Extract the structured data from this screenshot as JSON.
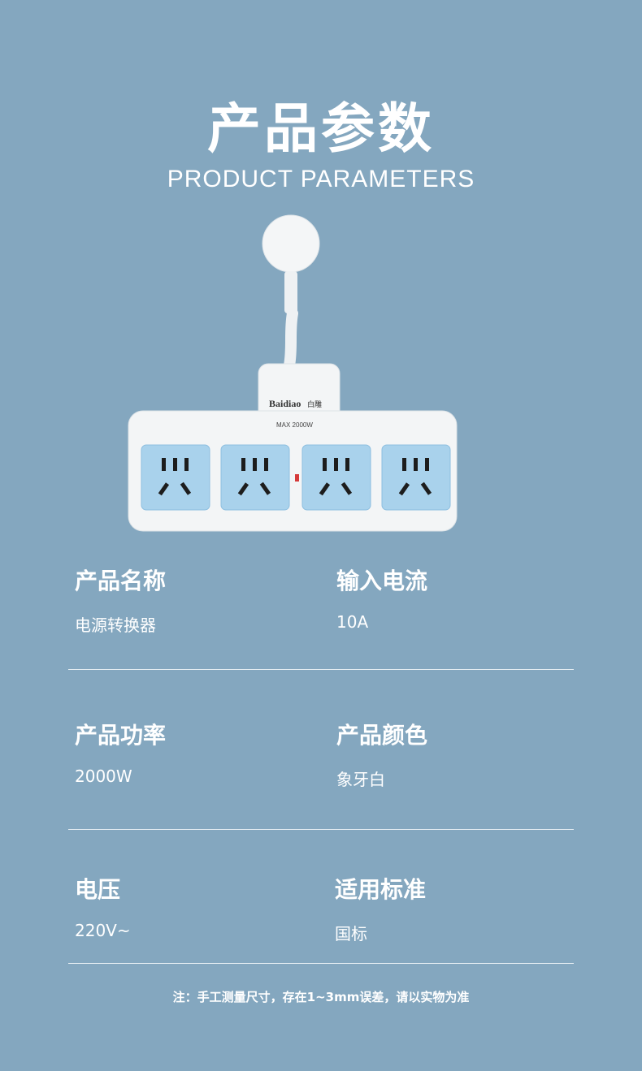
{
  "header": {
    "title": "产品参数",
    "subtitle": "PRODUCT PARAMETERS"
  },
  "product": {
    "brand": "Baidiao白雕",
    "rating": "MAX 2000W",
    "colors": {
      "body": "#f2f4f5",
      "socket": "#a9d2ec",
      "background": "#84a7bf"
    }
  },
  "params": [
    {
      "label": "产品名称",
      "value": "电源转换器"
    },
    {
      "label": "输入电流",
      "value": "10A"
    },
    {
      "label": "产品功率",
      "value": "2000W"
    },
    {
      "label": "产品颜色",
      "value": "象牙白"
    },
    {
      "label": "电压",
      "value": "220V~"
    },
    {
      "label": "适用标准",
      "value": "国标"
    }
  ],
  "footer": {
    "note": "注：手工测量尺寸，存在1~3mm误差，请以实物为准"
  }
}
